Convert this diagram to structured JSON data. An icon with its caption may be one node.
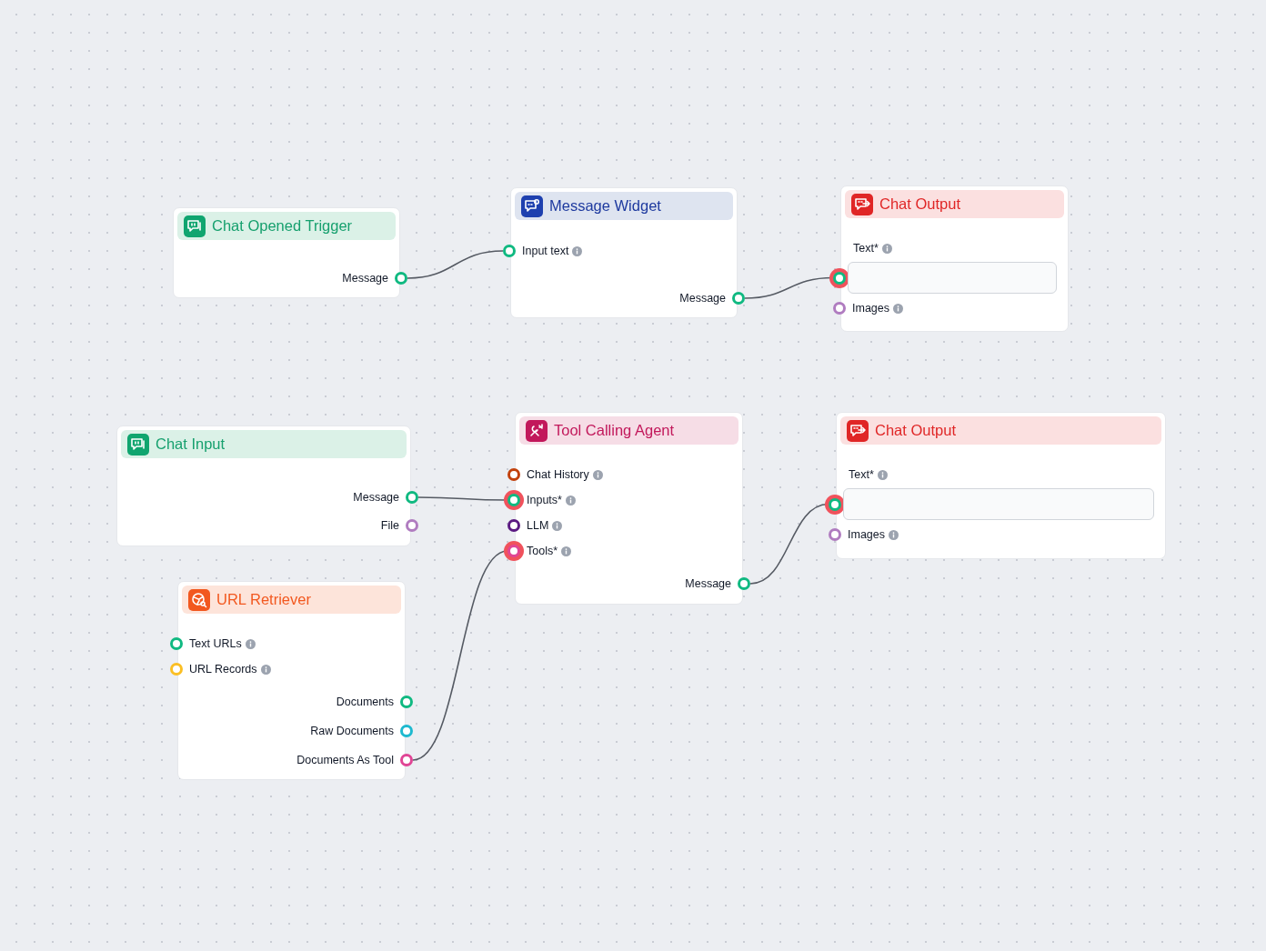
{
  "diagram": {
    "nodes": [
      {
        "text": [
          "Chat Opened Trigger"
        ]
      },
      {
        "text": [
          "Message"
        ],
        "in": 0
      },
      {
        "text": [
          "Message Widget"
        ]
      },
      {
        "text": [
          "Input text"
        ],
        "in": 2
      },
      {
        "text": [
          "Message"
        ],
        "in": 2
      },
      {
        "text": [
          "Chat Output"
        ]
      },
      {
        "text": [
          "Text*"
        ],
        "in": 5
      },
      {
        "text": [
          "Images"
        ],
        "in": 5
      },
      {
        "text": [
          "Chat Input"
        ]
      },
      {
        "text": [
          "Message"
        ],
        "in": 8
      },
      {
        "text": [
          "File"
        ],
        "in": 8
      },
      {
        "text": [
          "Tool Calling Agent"
        ]
      },
      {
        "text": [
          "Chat History"
        ],
        "in": 11
      },
      {
        "text": [
          "Inputs*"
        ],
        "in": 11
      },
      {
        "text": [
          "LLM"
        ],
        "in": 11
      },
      {
        "text": [
          "Tools*"
        ],
        "in": 11
      },
      {
        "text": [
          "Message"
        ],
        "in": 11
      },
      {
        "text": [
          "Chat Output"
        ]
      },
      {
        "text": [
          "Text*"
        ],
        "in": 17
      },
      {
        "text": [
          "Images"
        ],
        "in": 17
      },
      {
        "text": [
          "URL Retriever"
        ]
      },
      {
        "text": [
          "Text URLs"
        ],
        "in": 20
      },
      {
        "text": [
          "URL Records"
        ],
        "in": 20
      },
      {
        "text": [
          "Documents"
        ],
        "in": 20
      },
      {
        "text": [
          "Raw Documents"
        ],
        "in": 20
      },
      {
        "text": [
          "Documents As Tool"
        ],
        "in": 20
      }
    ],
    "edges": [
      {
        "from": 1,
        "to": 3,
        "arrow": "none"
      },
      {
        "from": 4,
        "to": 6,
        "arrow": "none"
      },
      {
        "from": 9,
        "to": 13,
        "arrow": "none"
      },
      {
        "from": 25,
        "to": 15,
        "arrow": "none"
      },
      {
        "from": 16,
        "to": 18,
        "arrow": "none"
      }
    ]
  }
}
